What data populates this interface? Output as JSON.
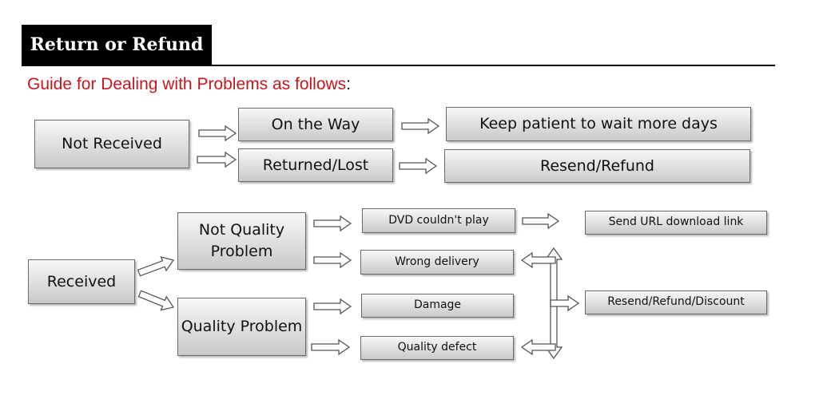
{
  "header": {
    "title": "Return or Refund",
    "subtitle_main": "Guide for Dealing with Problems as follows",
    "subtitle_end": ":"
  },
  "colors": {
    "subtitle_red": "#c8171c",
    "title_bg": "#000000",
    "box_border": "#6a6a6a",
    "arrow_fill": "#ffffff",
    "arrow_stroke": "#555555"
  },
  "flow": {
    "not_received": {
      "label": "Not Received",
      "on_the_way": "On the Way",
      "returned_lost": "Returned/Lost",
      "keep_waiting": "Keep patient to wait more days",
      "resend_refund": "Resend/Refund"
    },
    "received": {
      "label": "Received",
      "not_quality_problem": "Not Quality Problem",
      "quality_problem": "Quality Problem",
      "dvd_couldnt_play": "DVD couldn't play",
      "wrong_delivery": "Wrong delivery",
      "damage": "Damage",
      "quality_defect": "Quality defect",
      "send_url": "Send URL download link",
      "resend_refund_discount": "Resend/Refund/Discount"
    }
  }
}
